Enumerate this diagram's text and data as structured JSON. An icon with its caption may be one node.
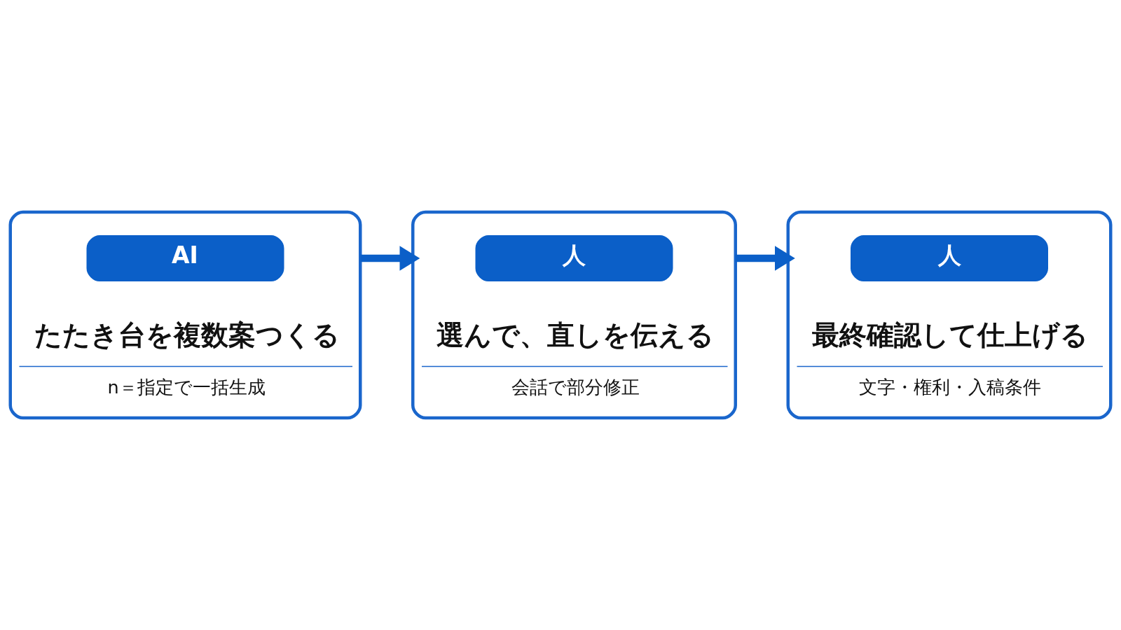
{
  "diagram": {
    "nodes": [
      {
        "text": [
          "たたき台を複数案つくる",
          "n＝指定で一括生成"
        ]
      },
      {
        "text": [
          "AI"
        ],
        "in": 0
      },
      {
        "text": [
          "選んで、直しを伝える",
          "会話で部分修正"
        ]
      },
      {
        "text": [
          "人"
        ],
        "in": 2
      },
      {
        "text": [
          "最終確認して仕上げる",
          "文字・権利・入稿条件"
        ]
      },
      {
        "text": [
          "人"
        ],
        "in": 4
      }
    ],
    "edges": [
      {
        "from": 0,
        "to": 2,
        "arrow": "to"
      },
      {
        "from": 2,
        "to": 4,
        "arrow": "to"
      }
    ]
  }
}
